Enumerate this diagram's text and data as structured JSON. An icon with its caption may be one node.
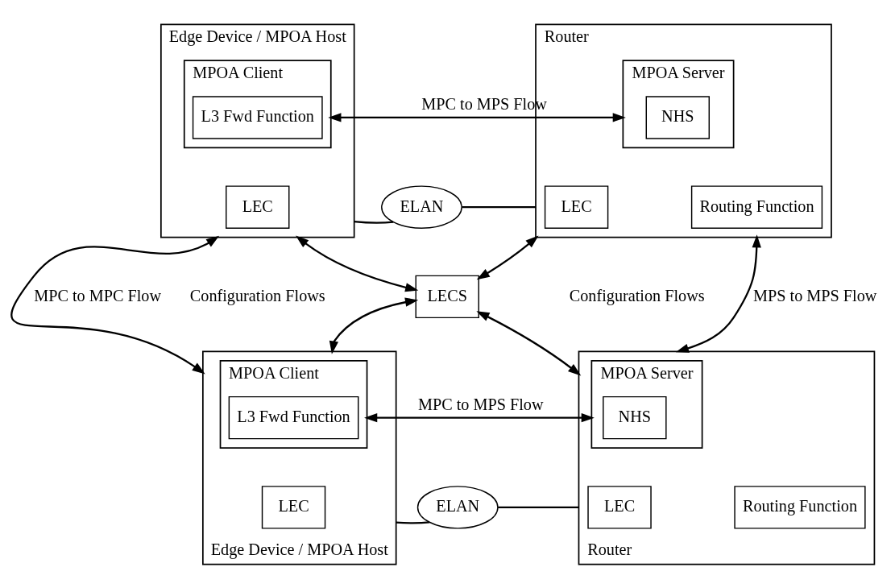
{
  "diagram": {
    "nodes": [
      {
        "text": [
          "Edge Device / MPOA Host"
        ]
      },
      {
        "text": [
          "MPOA Client"
        ],
        "in": 0
      },
      {
        "text": [
          "L3 Fwd Function"
        ],
        "in": 1
      },
      {
        "text": [
          "LEC"
        ],
        "in": 0
      },
      {
        "text": [
          "Router"
        ]
      },
      {
        "text": [
          "MPOA Server"
        ],
        "in": 4
      },
      {
        "text": [
          "NHS"
        ],
        "in": 5
      },
      {
        "text": [
          "LEC"
        ],
        "in": 4
      },
      {
        "text": [
          "Routing Function"
        ],
        "in": 4
      },
      {
        "text": [
          "ELAN"
        ]
      },
      {
        "text": [
          "LECS"
        ]
      },
      {
        "text": [
          "Edge Device / MPOA Host"
        ]
      },
      {
        "text": [
          "MPOA Client"
        ],
        "in": 11
      },
      {
        "text": [
          "L3 Fwd Function"
        ],
        "in": 12
      },
      {
        "text": [
          "LEC"
        ],
        "in": 11
      },
      {
        "text": [
          "Router"
        ]
      },
      {
        "text": [
          "MPOA Server"
        ],
        "in": 15
      },
      {
        "text": [
          "NHS"
        ],
        "in": 16
      },
      {
        "text": [
          "LEC"
        ],
        "in": 15
      },
      {
        "text": [
          "Routing Function"
        ],
        "in": 15
      },
      {
        "text": [
          "ELAN"
        ]
      }
    ],
    "edges": [
      {
        "from": 1,
        "to": 5,
        "arrow": "both",
        "label": "MPC to MPS Flow"
      },
      {
        "from": 0,
        "to": 9,
        "arrow": "none"
      },
      {
        "from": 9,
        "to": 4,
        "arrow": "none"
      },
      {
        "from": 0,
        "to": 10,
        "arrow": "both"
      },
      {
        "from": 4,
        "to": 10,
        "arrow": "both"
      },
      {
        "from": 0,
        "to": 11,
        "arrow": "both",
        "label": "MPC to MPC Flow"
      },
      {
        "from": 4,
        "to": 15,
        "arrow": "both",
        "label": "MPS to MPS Flow"
      },
      {
        "from": 11,
        "to": 10,
        "arrow": "both"
      },
      {
        "from": 15,
        "to": 10,
        "arrow": "both"
      },
      {
        "from": 12,
        "to": 16,
        "arrow": "both",
        "label": "MPC to MPS Flow"
      },
      {
        "from": 11,
        "to": 20,
        "arrow": "none"
      },
      {
        "from": 20,
        "to": 15,
        "arrow": "none"
      }
    ],
    "labels": [
      "Configuration Flows",
      "Configuration Flows"
    ]
  }
}
